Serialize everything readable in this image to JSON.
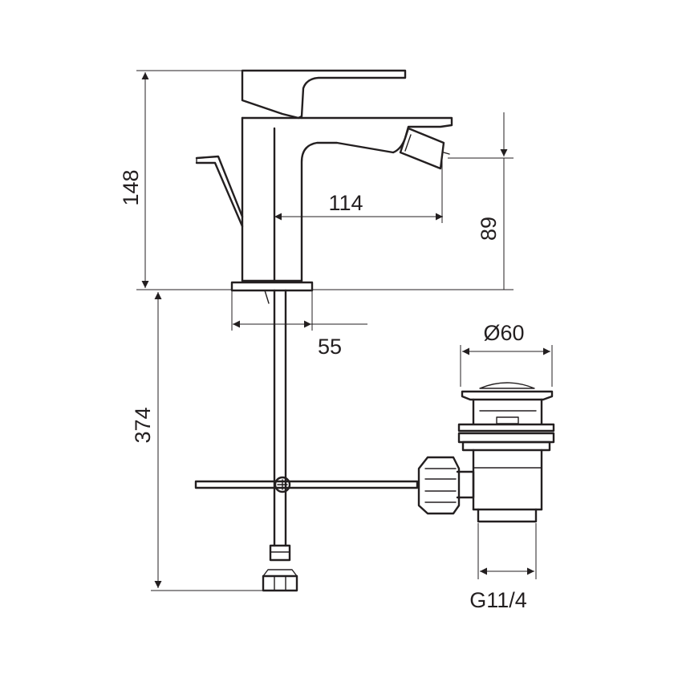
{
  "dimensions": {
    "faucet_height": "148",
    "spout_reach": "114",
    "spout_height": "89",
    "base_width": "55",
    "hose_length": "374",
    "drain_diameter": "Ø60",
    "drain_thread": "G11/4"
  },
  "colors": {
    "line": "#231f20",
    "background": "#ffffff"
  }
}
